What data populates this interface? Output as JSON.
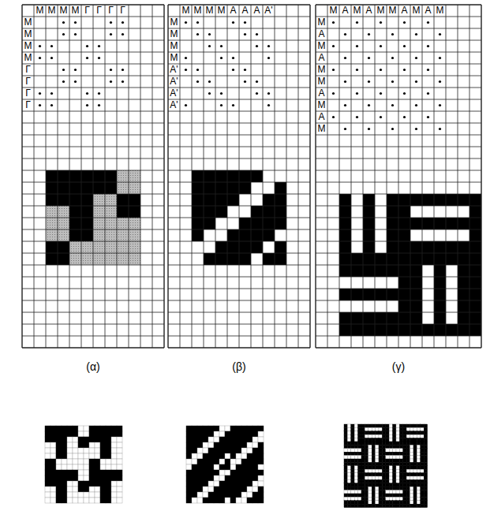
{
  "diagram": {
    "labels": [
      "M",
      "M",
      "M",
      "M",
      "Γ",
      "Γ",
      "Γ",
      "Γ",
      "M",
      "M",
      "M",
      "M",
      "Γ",
      "Γ",
      "Γ",
      "Γ",
      "M",
      "M",
      "M",
      "M",
      "A",
      "A",
      "A",
      "A'",
      "M",
      "M",
      "M",
      "M",
      "A'",
      "A'",
      "A'",
      "A'",
      "M",
      "A",
      "M",
      "A",
      "M",
      "M",
      "A",
      "M",
      "A",
      "M",
      "M",
      "A",
      "M",
      "A",
      "M",
      "M",
      "A",
      "M",
      "A",
      "M",
      "(α)",
      "(β)",
      "(γ)"
    ]
  }
}
